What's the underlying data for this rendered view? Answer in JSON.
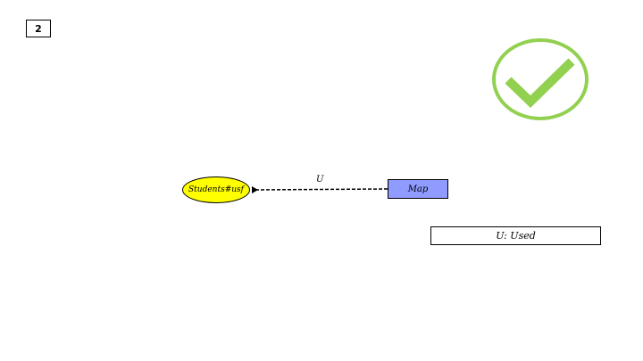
{
  "slide": {
    "number": "2"
  },
  "status": {
    "icon": "checkmark-circle-icon",
    "color": "#92d050"
  },
  "diagram": {
    "entity": {
      "label": "Students#usf",
      "fill": "#ffff00"
    },
    "activity": {
      "label": "Map",
      "fill": "#8f9bff"
    },
    "edge": {
      "label": "U",
      "from": "Map",
      "to": "Students#usf",
      "style": "dashed"
    }
  },
  "legend": {
    "text": "U: Used"
  }
}
